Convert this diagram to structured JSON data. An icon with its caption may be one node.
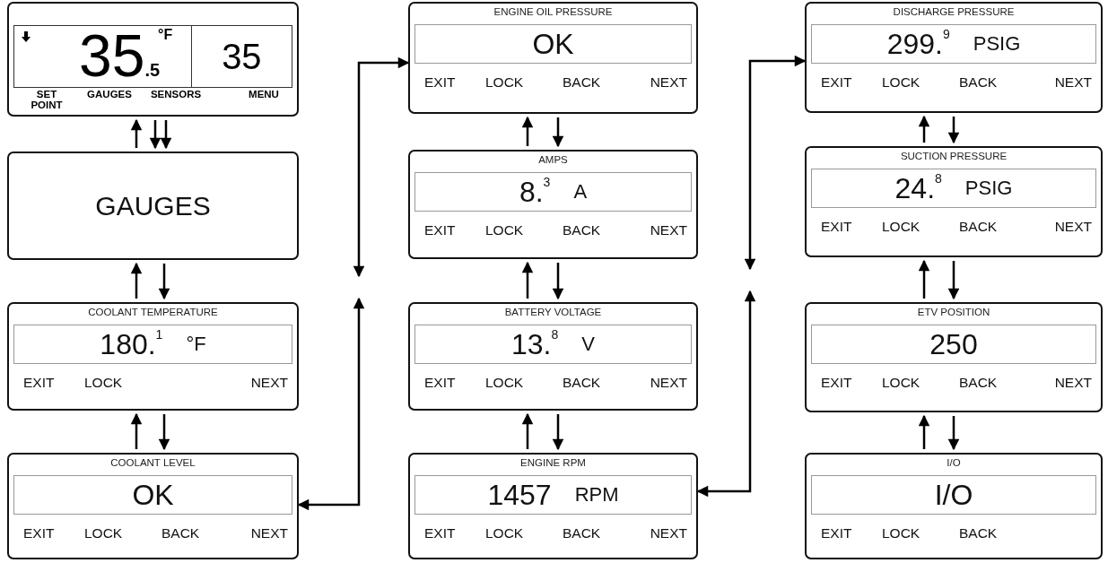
{
  "diagram": {
    "nodes": [
      {
        "text": [
          "35$_{.5}$",
          "°F",
          "35",
          "SET POINT",
          "GAUGES",
          "SENSORS",
          "MENU"
        ]
      },
      {
        "text": [
          "GAUGES"
        ]
      },
      {
        "text": [
          "COOLANT TEMPERATURE",
          "180.$^{1}$",
          "°F",
          "EXIT",
          "LOCK",
          "NEXT"
        ]
      },
      {
        "text": [
          "COOLANT LEVEL",
          "OK",
          "EXIT",
          "LOCK",
          "BACK",
          "NEXT"
        ]
      },
      {
        "text": [
          "ENGINE OIL PRESSURE",
          "OK",
          "EXIT",
          "LOCK",
          "BACK",
          "NEXT"
        ]
      },
      {
        "text": [
          "AMPS",
          "8.$^{3}$",
          "A",
          "EXIT",
          "LOCK",
          "BACK",
          "NEXT"
        ]
      },
      {
        "text": [
          "BATTERY VOLTAGE",
          "13.$^{8}$",
          "V",
          "EXIT",
          "LOCK",
          "BACK",
          "NEXT"
        ]
      },
      {
        "text": [
          "ENGINE RPM",
          "1457",
          "RPM",
          "EXIT",
          "LOCK",
          "BACK",
          "NEXT"
        ]
      },
      {
        "text": [
          "DISCHARGE PRESSURE",
          "299.$^{9}$",
          "PSIG",
          "EXIT",
          "LOCK",
          "BACK",
          "NEXT"
        ]
      },
      {
        "text": [
          "SUCTION PRESSURE",
          "24.$^{8}$",
          "PSIG",
          "EXIT",
          "LOCK",
          "BACK",
          "NEXT"
        ]
      },
      {
        "text": [
          "ETV POSITION",
          "250",
          "EXIT",
          "LOCK",
          "BACK",
          "NEXT"
        ]
      },
      {
        "text": [
          "I/O",
          "I/O",
          "EXIT",
          "LOCK",
          "BACK"
        ]
      }
    ],
    "edges": [
      {
        "from": 1,
        "to": 0,
        "arrow": "to"
      },
      {
        "from": 0,
        "to": 1,
        "arrow": "to"
      },
      {
        "from": 0,
        "to": 1,
        "arrow": "to"
      },
      {
        "from": 2,
        "to": 1,
        "arrow": "to"
      },
      {
        "from": 1,
        "to": 2,
        "arrow": "to"
      },
      {
        "from": 3,
        "to": 2,
        "arrow": "to"
      },
      {
        "from": 2,
        "to": 3,
        "arrow": "to"
      },
      {
        "from": 5,
        "to": 4,
        "arrow": "to"
      },
      {
        "from": 4,
        "to": 5,
        "arrow": "to"
      },
      {
        "from": 6,
        "to": 5,
        "arrow": "to"
      },
      {
        "from": 5,
        "to": 6,
        "arrow": "to"
      },
      {
        "from": 7,
        "to": 6,
        "arrow": "to"
      },
      {
        "from": 6,
        "to": 7,
        "arrow": "to"
      },
      {
        "from": 9,
        "to": 8,
        "arrow": "to"
      },
      {
        "from": 8,
        "to": 9,
        "arrow": "to"
      },
      {
        "from": 10,
        "to": 9,
        "arrow": "to"
      },
      {
        "from": 9,
        "to": 10,
        "arrow": "to"
      },
      {
        "from": 11,
        "to": 10,
        "arrow": "to"
      },
      {
        "from": 10,
        "to": 11,
        "arrow": "to"
      },
      {
        "from": null,
        "to": 3,
        "arrow": "both"
      },
      {
        "from": null,
        "to": 4,
        "arrow": "both"
      },
      {
        "from": null,
        "to": 7,
        "arrow": "both"
      },
      {
        "from": null,
        "to": 8,
        "arrow": "both"
      }
    ]
  }
}
